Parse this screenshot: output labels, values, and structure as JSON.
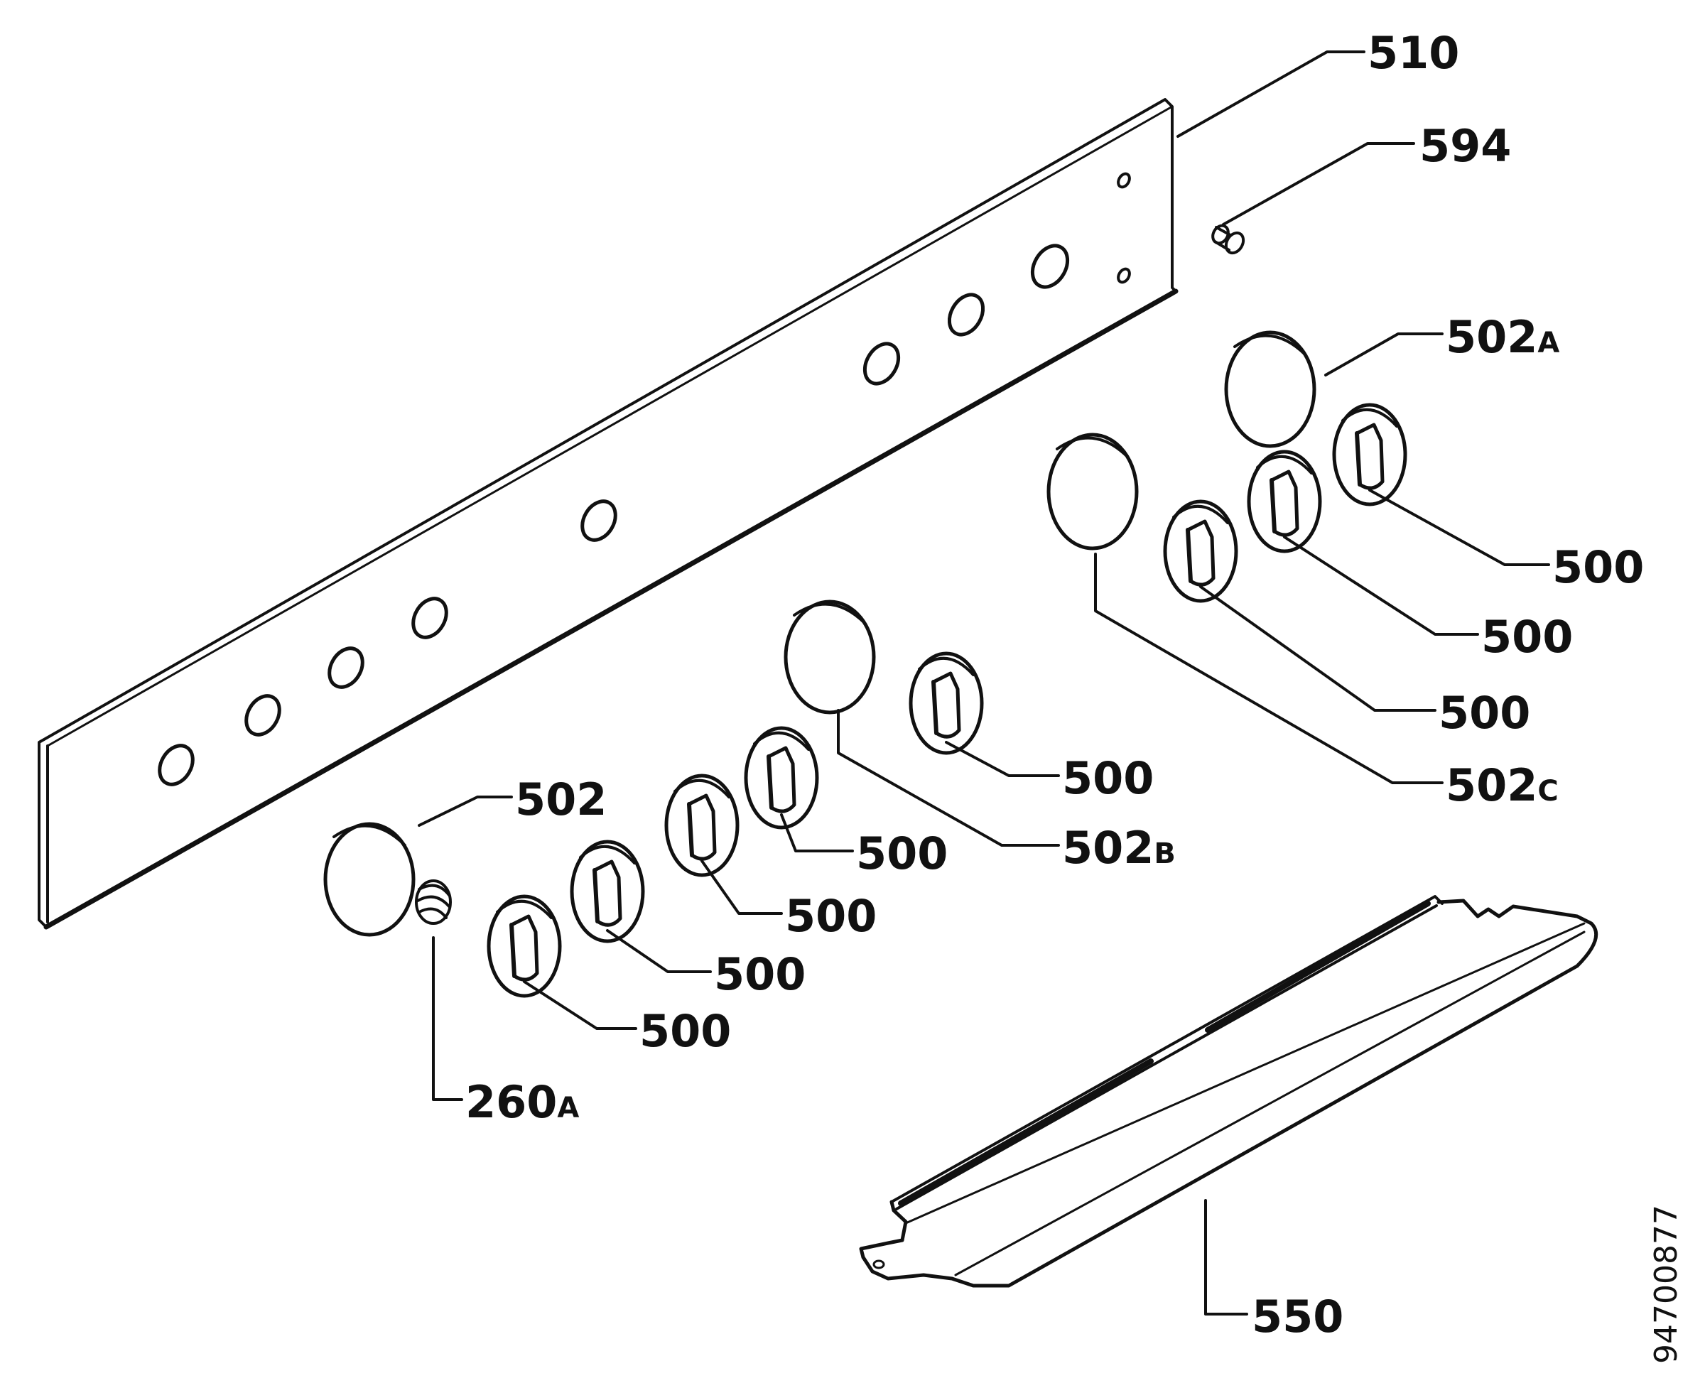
{
  "diagram": {
    "labels": {
      "control_panel": "510",
      "screw": "594",
      "bezel_top": "502",
      "bezel_top_suffix": "A",
      "knob_right_1": "500",
      "knob_right_2": "500",
      "knob_right_3": "500",
      "bezel_right": "502",
      "bezel_right_suffix": "C",
      "knob_mid": "500",
      "bezel_mid": "502",
      "bezel_mid_suffix": "B",
      "bezel_left": "502",
      "knob_left_1": "500",
      "knob_left_2": "500",
      "knob_left_3": "500",
      "knob_left_4": "500",
      "spring": "260",
      "spring_suffix": "A",
      "lower_trim": "550"
    },
    "document_id": "94700877"
  }
}
